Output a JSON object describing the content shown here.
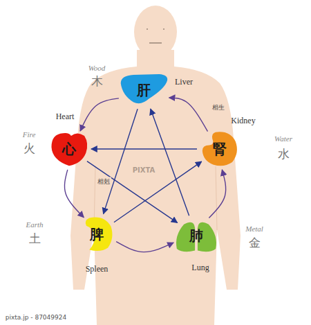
{
  "diagram": {
    "nodes": [
      {
        "text": [
          "肝",
          "Liver"
        ]
      },
      {
        "text": [
          "心",
          "Heart"
        ]
      },
      {
        "text": [
          "腎",
          "Kidney"
        ]
      },
      {
        "text": [
          "脾",
          "Spleen"
        ]
      },
      {
        "text": [
          "肺",
          "Lung"
        ]
      }
    ],
    "edges": [
      {
        "from": 0,
        "to": 1,
        "arrow": "to"
      },
      {
        "from": 1,
        "to": 3,
        "arrow": "to"
      },
      {
        "from": 3,
        "to": 4,
        "arrow": "to"
      },
      {
        "from": 4,
        "to": 2,
        "arrow": "to"
      },
      {
        "from": 2,
        "to": 0,
        "label": "相生",
        "arrow": "to"
      },
      {
        "from": 0,
        "to": 3,
        "label": "相剋",
        "arrow": "to"
      },
      {
        "from": 3,
        "to": 2,
        "arrow": "to"
      },
      {
        "from": 2,
        "to": 1,
        "arrow": "to"
      },
      {
        "from": 1,
        "to": 4,
        "arrow": "to"
      },
      {
        "from": 4,
        "to": 0,
        "arrow": "to"
      }
    ],
    "labels": [
      "Wood",
      "木",
      "Fire",
      "火",
      "Earth",
      "土",
      "Metal",
      "金",
      "Water",
      "水",
      "PIXTA",
      "pixta.jp - 87049924"
    ]
  }
}
